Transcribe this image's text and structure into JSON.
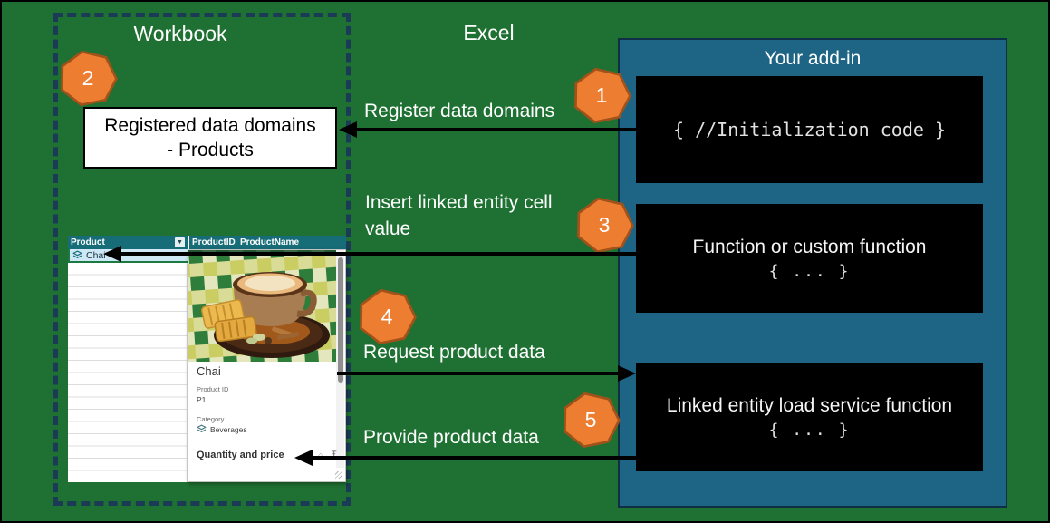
{
  "labels": {
    "workbook": "Workbook",
    "excel": "Excel",
    "addin": "Your add-in"
  },
  "badges": [
    "1",
    "2",
    "3",
    "4",
    "5"
  ],
  "messages": {
    "register_data_domains": "Register data domains",
    "insert_linked_entity_line1": "Insert linked entity cell",
    "insert_linked_entity_line2": "value",
    "request_product_data": "Request product data",
    "provide_product_data": "Provide product data"
  },
  "workbook": {
    "registered_domains": {
      "line1": "Registered data domains",
      "line2": "- Products"
    }
  },
  "addin": {
    "initialization_code": "{ //Initialization code }",
    "function_box": {
      "title": "Function or custom function",
      "code": "{ ... }"
    },
    "service_box": {
      "title": "Linked entity load service function",
      "code": "{ ... }"
    }
  },
  "excel_table": {
    "columns": [
      "Product",
      "ProductID",
      "ProductName"
    ],
    "selected_row": {
      "product": "Chai"
    },
    "card": {
      "title": "Chai",
      "fields": [
        {
          "label": "Product ID",
          "value": "P1"
        },
        {
          "label": "Category",
          "value": "Beverages"
        }
      ],
      "section_heading": "Quantity and price"
    }
  },
  "icons": {
    "dropdown": "▼",
    "scroll_up": "▲",
    "caret": "⌂",
    "pin": "Ŧ"
  },
  "colors": {
    "background_green": "#1E7132",
    "addin_panel_blue": "#1E6585",
    "badge_orange": "#ED7D31",
    "badge_border": "#A0521A",
    "code_box_black": "#000000",
    "table_header_teal": "#166D78",
    "selected_cell_blue": "#CFE8F6",
    "excel_selection_green": "#1A7A42",
    "dashed_border_navy": "#1B3A55"
  }
}
